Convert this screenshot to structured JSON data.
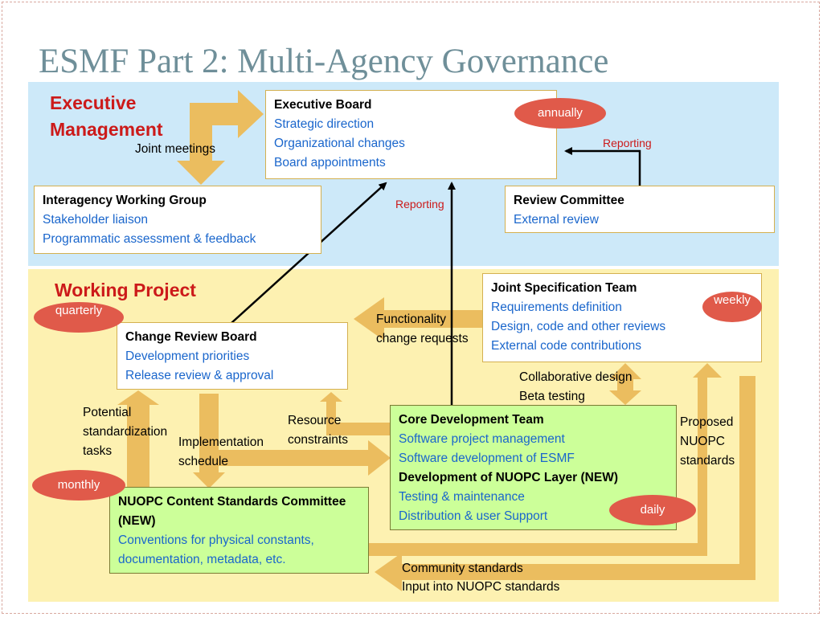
{
  "slide": {
    "title": "ESMF Part 2:  Multi-Agency Governance"
  },
  "sections": {
    "executive": "Executive Management",
    "working": "Working Project"
  },
  "boxes": {
    "executive_board": {
      "heading": "Executive Board",
      "lines": [
        "Strategic direction",
        "Organizational changes",
        "Board appointments"
      ]
    },
    "interagency": {
      "heading": "Interagency Working Group",
      "lines": [
        "Stakeholder liaison",
        "Programmatic assessment & feedback"
      ]
    },
    "review_committee": {
      "heading": "Review Committee",
      "lines": [
        "External review"
      ]
    },
    "joint_spec": {
      "heading": "Joint Specification Team",
      "lines": [
        "Requirements definition",
        "Design, code and other reviews",
        "External code contributions"
      ]
    },
    "change_review": {
      "heading": "Change Review Board",
      "lines": [
        "Development priorities",
        "Release review & approval"
      ]
    },
    "core_dev": {
      "heading": "Core Development Team",
      "lines": [
        "Software project management",
        "Software development of ESMF"
      ],
      "heading2": "Development of NUOPC Layer (NEW)",
      "lines2": [
        "Testing & maintenance",
        "Distribution & user Support"
      ]
    },
    "nuopc": {
      "heading": "NUOPC Content Standards Committee (NEW)",
      "lines": [
        "Conventions for physical constants, documentation, metadata, etc."
      ]
    }
  },
  "badges": {
    "annually": "annually",
    "weekly": "weekly",
    "quarterly": "quarterly",
    "monthly": "monthly",
    "daily": "daily"
  },
  "labels": {
    "joint_meetings": "Joint meetings",
    "reporting_1": "Reporting",
    "reporting_2": "Reporting",
    "functionality": "Functionality change requests",
    "collaborative": "Collaborative design",
    "beta": "Beta testing",
    "potential": "Potential standardization tasks",
    "implementation": "Implementation schedule",
    "resource": "Resource constraints",
    "proposed": "Proposed NUOPC standards",
    "community": "Community standards",
    "input": "Input into NUOPC standards"
  },
  "colors": {
    "exec_band": "#cde9f9",
    "work_band": "#fdf1b1",
    "arrow": "#ebbd5f",
    "badge": "#e05a4a",
    "heading_red": "#cc1a1a",
    "link_blue": "#1a66cc",
    "title": "#6f8f99"
  }
}
